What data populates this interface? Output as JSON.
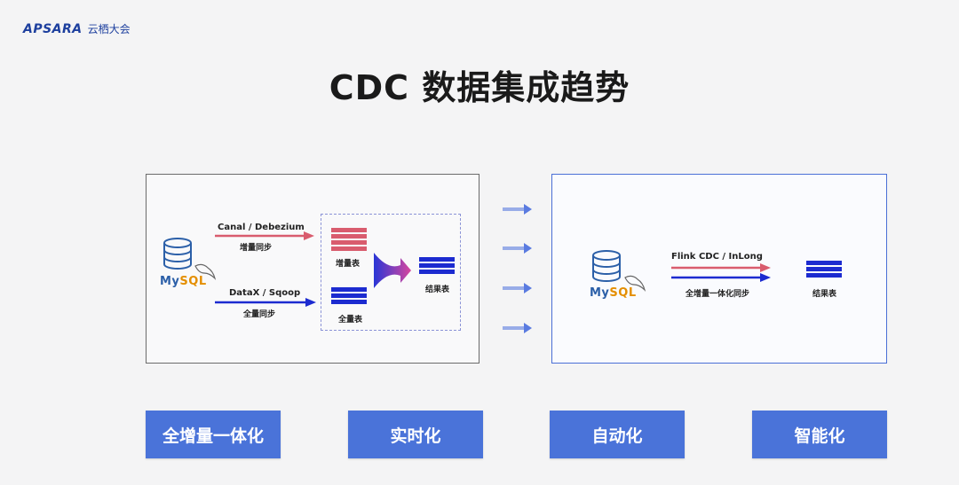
{
  "brand": {
    "logo": "APSARA",
    "name": "云栖大会"
  },
  "title": "CDC 数据集成趋势",
  "left": {
    "db_word_my": "My",
    "db_word_sql": "SQL",
    "incremental_tools": "Canal / Debezium",
    "incremental_label": "增量同步",
    "full_tools": "DataX / Sqoop",
    "full_label": "全量同步",
    "incremental_table": "增量表",
    "full_table": "全量表",
    "result_table": "结果表"
  },
  "right": {
    "db_word_my": "My",
    "db_word_sql": "SQL",
    "tools": "Flink CDC / InLong",
    "label": "全增量一体化同步",
    "result_table": "结果表"
  },
  "features": [
    "全增量一体化",
    "实时化",
    "自动化",
    "智能化"
  ],
  "colors": {
    "incremental": "#d95c6e",
    "full": "#1c2bd0",
    "accent": "#4a73d9"
  }
}
